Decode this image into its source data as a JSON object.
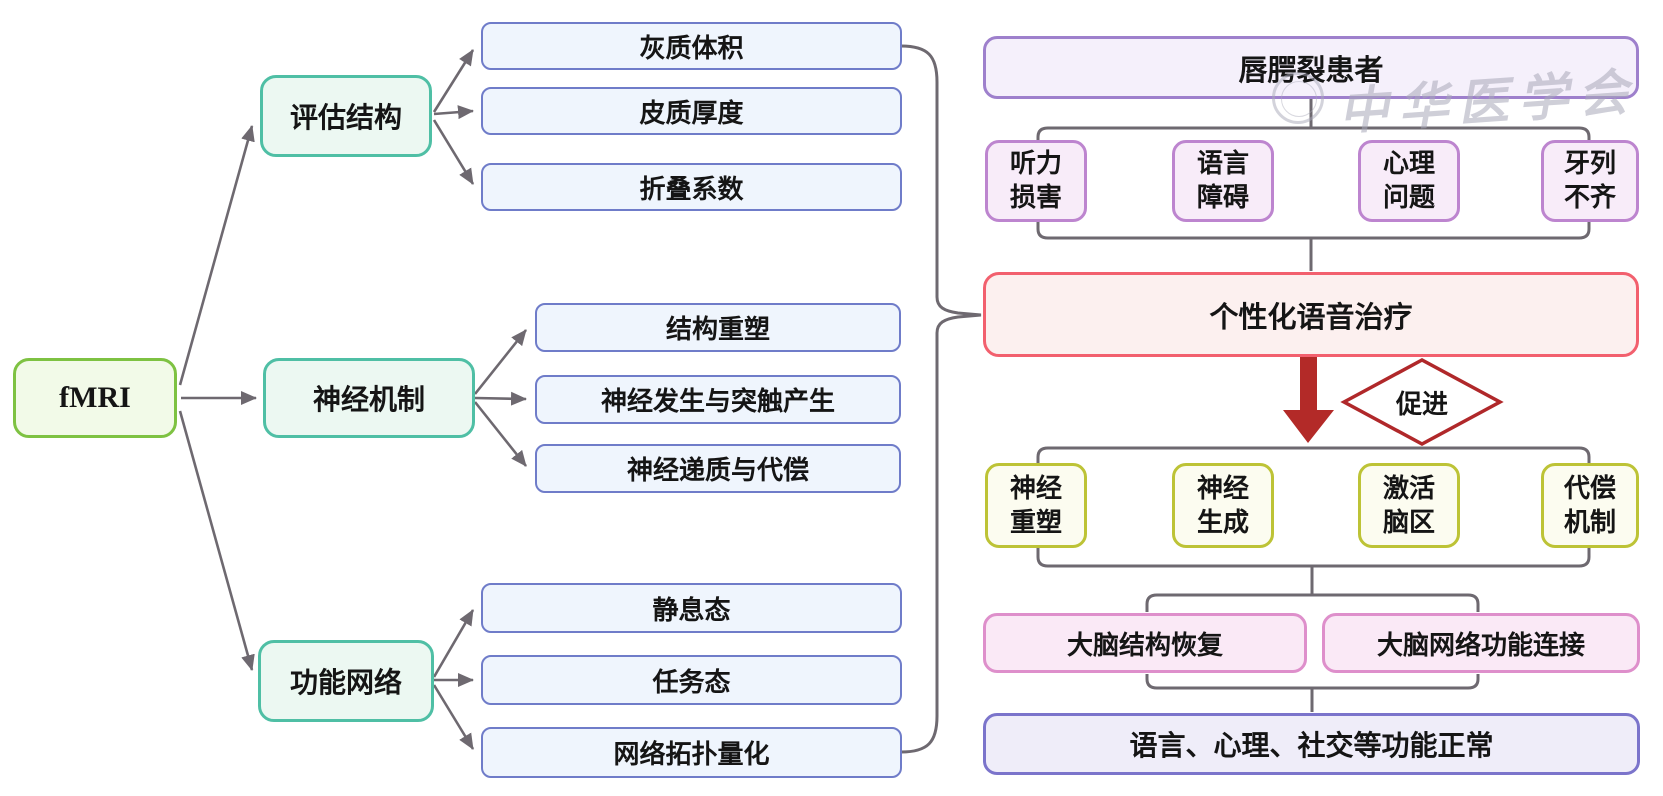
{
  "root": {
    "label": "fMRI"
  },
  "left_tree": {
    "branches": [
      {
        "label": "评估结构",
        "children": [
          "灰质体积",
          "皮质厚度",
          "折叠系数"
        ]
      },
      {
        "label": "神经机制",
        "children": [
          "结构重塑",
          "神经发生与突触产生",
          "神经递质与代偿"
        ]
      },
      {
        "label": "功能网络",
        "children": [
          "静息态",
          "任务态",
          "网络拓扑量化"
        ]
      }
    ]
  },
  "right_flow": {
    "patient": "唇腭裂患者",
    "symptoms": [
      [
        "听力",
        "损害"
      ],
      [
        "语言",
        "障碍"
      ],
      [
        "心理",
        "问题"
      ],
      [
        "牙列",
        "不齐"
      ]
    ],
    "therapy": "个性化语音治疗",
    "promote_label": "促进",
    "mechanisms": [
      [
        "神经",
        "重塑"
      ],
      [
        "神经",
        "生成"
      ],
      [
        "激活",
        "脑区"
      ],
      [
        "代偿",
        "机制"
      ]
    ],
    "outcomes": [
      "大脑结构恢复",
      "大脑网络功能连接"
    ],
    "final": "语言、心理、社交等功能正常"
  },
  "watermark": {
    "text": "中华医学会"
  },
  "colors": {
    "root_green": "#7EC242",
    "branch_teal": "#4FBFA5",
    "leaf_blue": "#6F7CC9",
    "patient_purple": "#9E80CC",
    "symptom_violet": "#BD85CF",
    "therapy_red": "#F2606E",
    "promote_dark_red": "#B0282A",
    "mechanism_olive": "#BDC336",
    "outcome_pink": "#DE8FCB",
    "final_indigo": "#7B74CB",
    "connector_gray": "#6E6970"
  }
}
